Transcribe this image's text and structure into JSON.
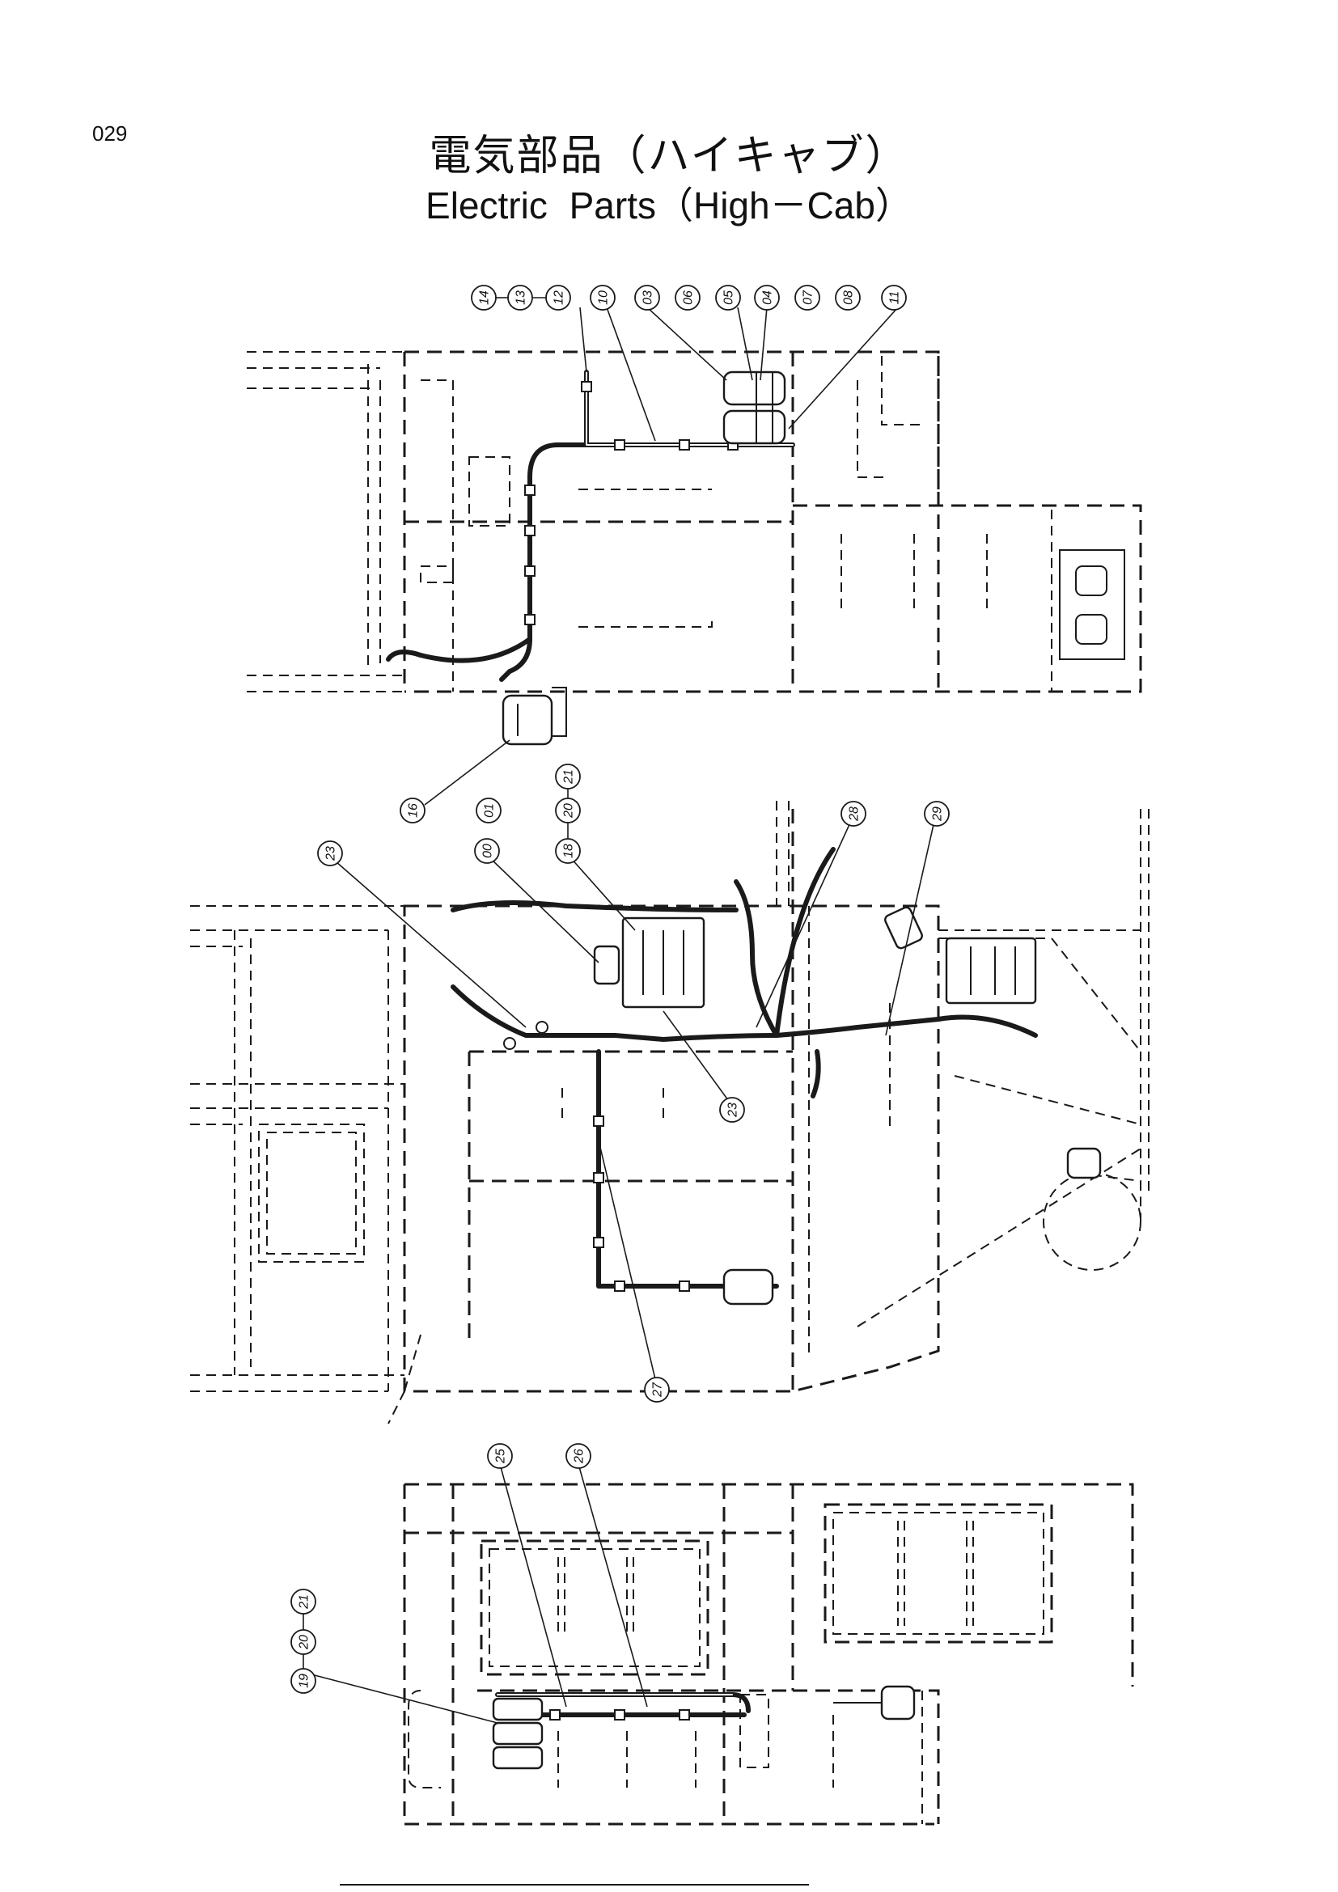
{
  "page_number": "029",
  "title_jp": "電気部品（ハイキャブ）",
  "title_en": "Electric  Parts（High－Cab）",
  "callouts_view1": [
    "14",
    "13",
    "12",
    "10",
    "03",
    "06",
    "05",
    "04",
    "07",
    "08",
    "11",
    "16"
  ],
  "callouts_view2": [
    "23",
    "00",
    "01",
    "18",
    "20",
    "21",
    "28",
    "29",
    "23",
    "27"
  ],
  "callouts_view3": [
    "25",
    "26",
    "19",
    "20",
    "21"
  ]
}
